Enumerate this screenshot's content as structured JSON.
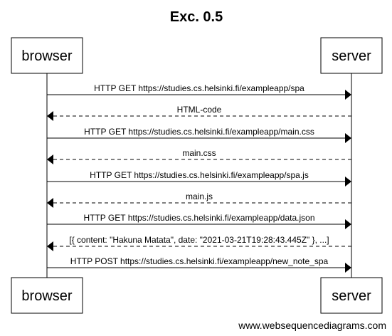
{
  "title": "Exc. 0.5",
  "participants": [
    "browser",
    "server"
  ],
  "messages": [
    {
      "from": 0,
      "to": 1,
      "dashed": false,
      "text": "HTTP GET https://studies.cs.helsinki.fi/exampleapp/spa"
    },
    {
      "from": 1,
      "to": 0,
      "dashed": true,
      "text": "HTML-code"
    },
    {
      "from": 0,
      "to": 1,
      "dashed": false,
      "text": "HTTP GET https://studies.cs.helsinki.fi/exampleapp/main.css"
    },
    {
      "from": 1,
      "to": 0,
      "dashed": true,
      "text": "main.css"
    },
    {
      "from": 0,
      "to": 1,
      "dashed": false,
      "text": "HTTP GET https://studies.cs.helsinki.fi/exampleapp/spa.js"
    },
    {
      "from": 1,
      "to": 0,
      "dashed": true,
      "text": "main.js"
    },
    {
      "from": 0,
      "to": 1,
      "dashed": false,
      "text": "HTTP GET https://studies.cs.helsinki.fi/exampleapp/data.json"
    },
    {
      "from": 1,
      "to": 0,
      "dashed": true,
      "text": "[{ content: \"Hakuna Matata\", date: \"2021-03-21T19:28:43.445Z\" }, ...]"
    },
    {
      "from": 0,
      "to": 1,
      "dashed": false,
      "text": "HTTP POST https://studies.cs.helsinki.fi/exampleapp/new_note_spa"
    }
  ],
  "watermark": "www.websequencediagrams.com"
}
